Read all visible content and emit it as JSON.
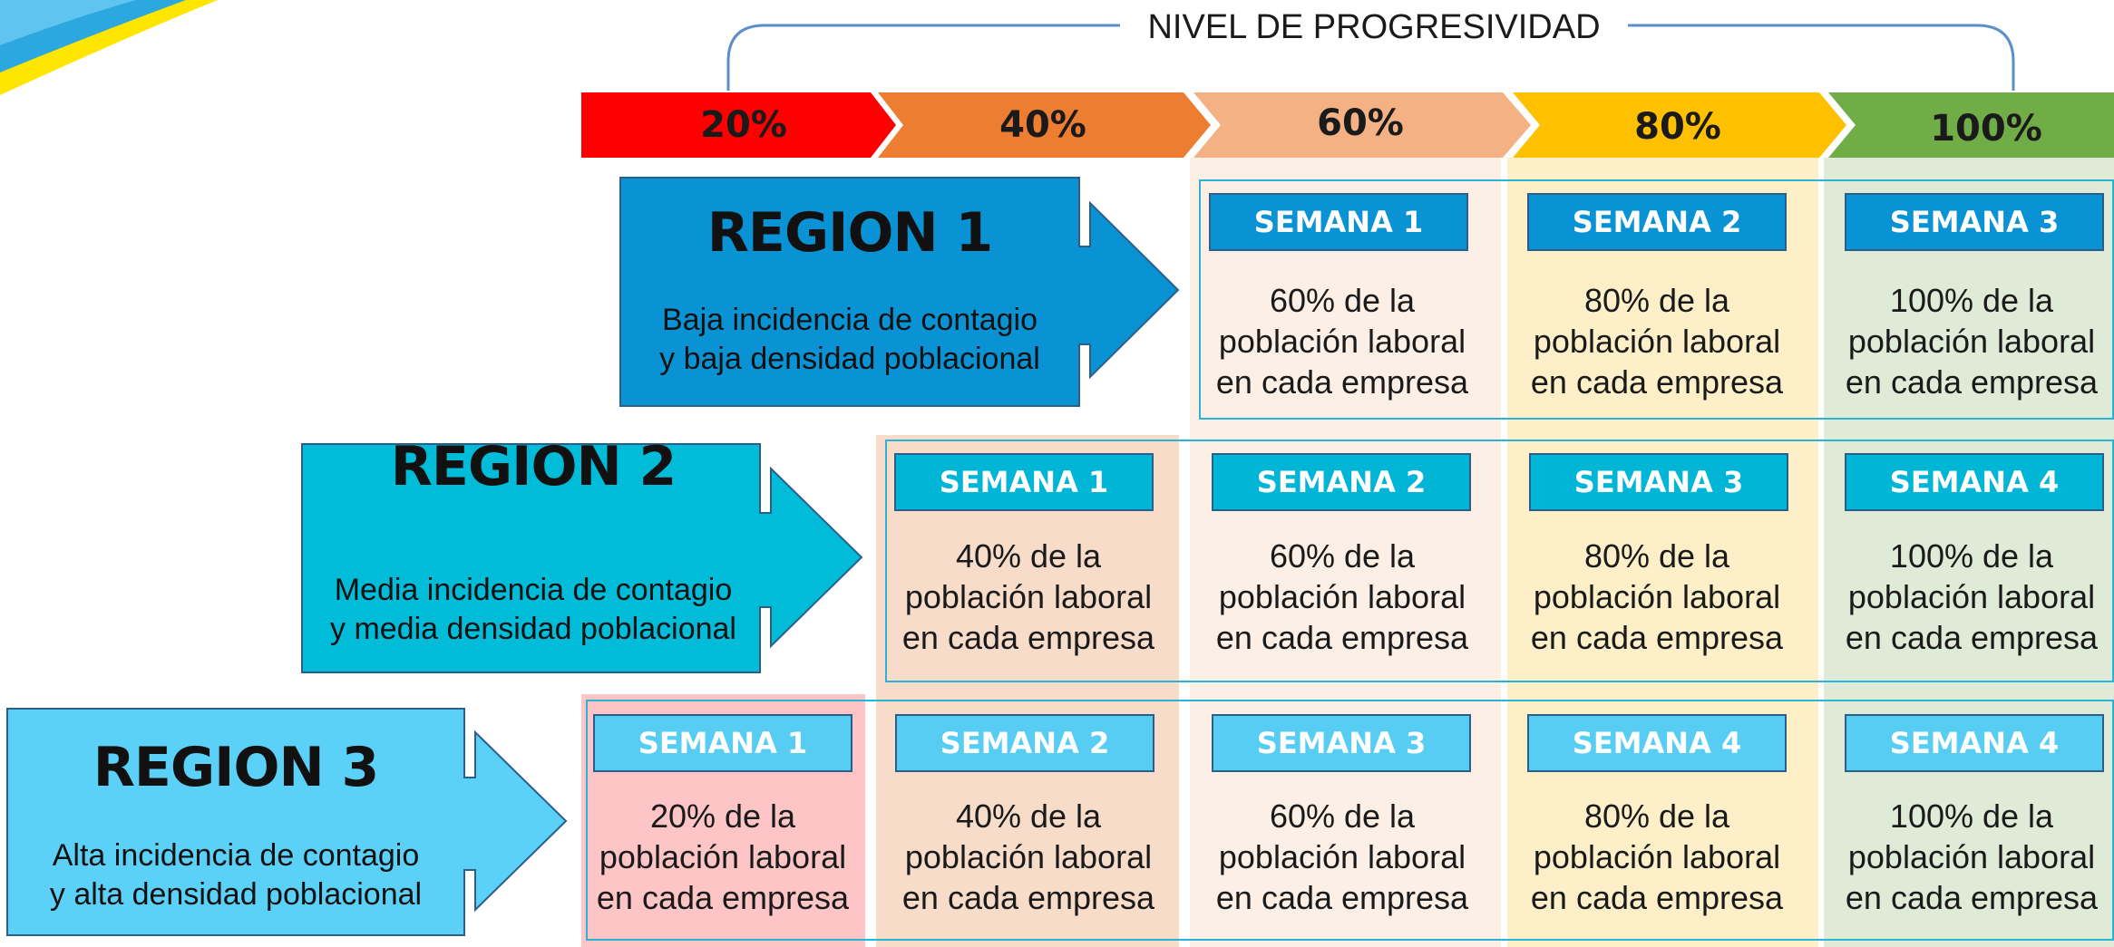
{
  "title": "NIVEL DE PROGRESIVIDAD",
  "levels": [
    "20%",
    "40%",
    "60%",
    "80%",
    "100%"
  ],
  "colors": {
    "level_20": "#ff0000",
    "level_40": "#ed7d31",
    "level_60": "#f4b183",
    "level_80": "#ffc000",
    "level_100": "#70ad47",
    "region_1": "#0a93d4",
    "region_2": "#00bcd9",
    "region_3": "#5bd1f8"
  },
  "regions": [
    {
      "name": "REGION 1",
      "description_line1": "Baja incidencia de contagio",
      "description_line2": "y baja densidad poblacional",
      "weeks": [
        {
          "label": "SEMANA 1",
          "l1": "60% de la",
          "l2": "población laboral",
          "l3": "en cada empresa"
        },
        {
          "label": "SEMANA 2",
          "l1": "80% de la",
          "l2": "población laboral",
          "l3": "en cada empresa"
        },
        {
          "label": "SEMANA 3",
          "l1": "100% de la",
          "l2": "población laboral",
          "l3": "en cada empresa"
        }
      ]
    },
    {
      "name": "REGION 2",
      "description_line1": "Media incidencia de contagio",
      "description_line2": "y media densidad poblacional",
      "weeks": [
        {
          "label": "SEMANA 1",
          "l1": "40% de la",
          "l2": "población laboral",
          "l3": "en cada empresa"
        },
        {
          "label": "SEMANA 2",
          "l1": "60% de la",
          "l2": "población laboral",
          "l3": "en cada empresa"
        },
        {
          "label": "SEMANA 3",
          "l1": "80% de la",
          "l2": "población laboral",
          "l3": "en cada empresa"
        },
        {
          "label": "SEMANA 4",
          "l1": "100% de la",
          "l2": "población laboral",
          "l3": "en cada empresa"
        }
      ]
    },
    {
      "name": "REGION 3",
      "description_line1": "Alta incidencia de contagio",
      "description_line2": "y alta densidad poblacional",
      "weeks": [
        {
          "label": "SEMANA 1",
          "l1": "20% de la",
          "l2": "población laboral",
          "l3": "en cada empresa"
        },
        {
          "label": "SEMANA 2",
          "l1": "40% de la",
          "l2": "población laboral",
          "l3": "en cada empresa"
        },
        {
          "label": "SEMANA 3",
          "l1": "60% de la",
          "l2": "población laboral",
          "l3": "en cada empresa"
        },
        {
          "label": "SEMANA 4",
          "l1": "80% de la",
          "l2": "población laboral",
          "l3": "en cada empresa"
        },
        {
          "label": "SEMANA 4",
          "l1": "100% de la",
          "l2": "población laboral",
          "l3": "en cada empresa"
        }
      ]
    }
  ]
}
